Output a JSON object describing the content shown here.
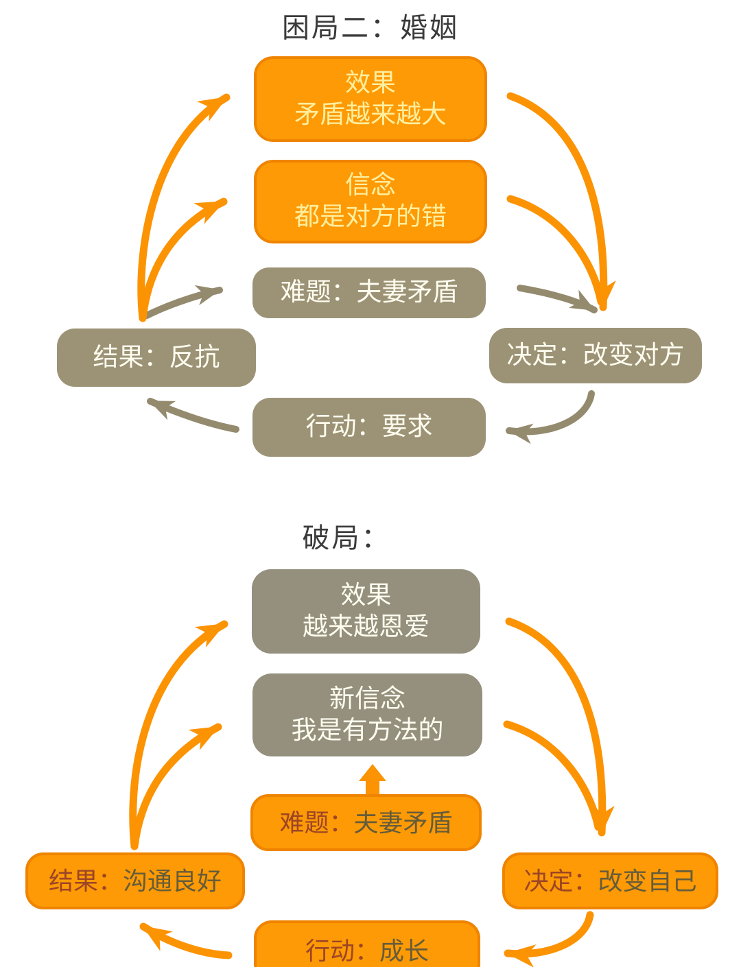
{
  "palette": {
    "orange": "#fb9303",
    "orange_border": "#ef8400",
    "orange_fill": "#fd9a05",
    "gray_box_top": "#9c9377",
    "gray_box_bottom": "#94907d",
    "gray_arrow": "#948a6e",
    "cream_text": "#fffdf0",
    "pale_yellow_text": "#ffef9f",
    "title_text": "#3a3a3a",
    "dark_red_text": "#9c4526",
    "dark_olive_text": "#655c3a"
  },
  "diagram1": {
    "title": "困局二：婚姻",
    "effect": {
      "line1": "效果",
      "line2": "矛盾越来越大"
    },
    "belief": {
      "line1": "信念",
      "line2": "都是对方的错"
    },
    "problem": "难题：夫妻矛盾",
    "result": "结果：反抗",
    "decision": "决定：改变对方",
    "action": "行动：要求"
  },
  "diagram2": {
    "title": "破局：",
    "effect": {
      "line1": "效果",
      "line2": "越来越恩爱"
    },
    "belief": {
      "line1": "新信念",
      "line2": "我是有方法的"
    },
    "problem": {
      "prefix": "难题：",
      "rest": "夫妻矛盾"
    },
    "result": {
      "prefix": "结果：",
      "rest": "沟通良好"
    },
    "decision": {
      "prefix": "决定：",
      "rest": "改变自己"
    },
    "action": {
      "prefix": "行动：",
      "rest": "成长"
    }
  }
}
